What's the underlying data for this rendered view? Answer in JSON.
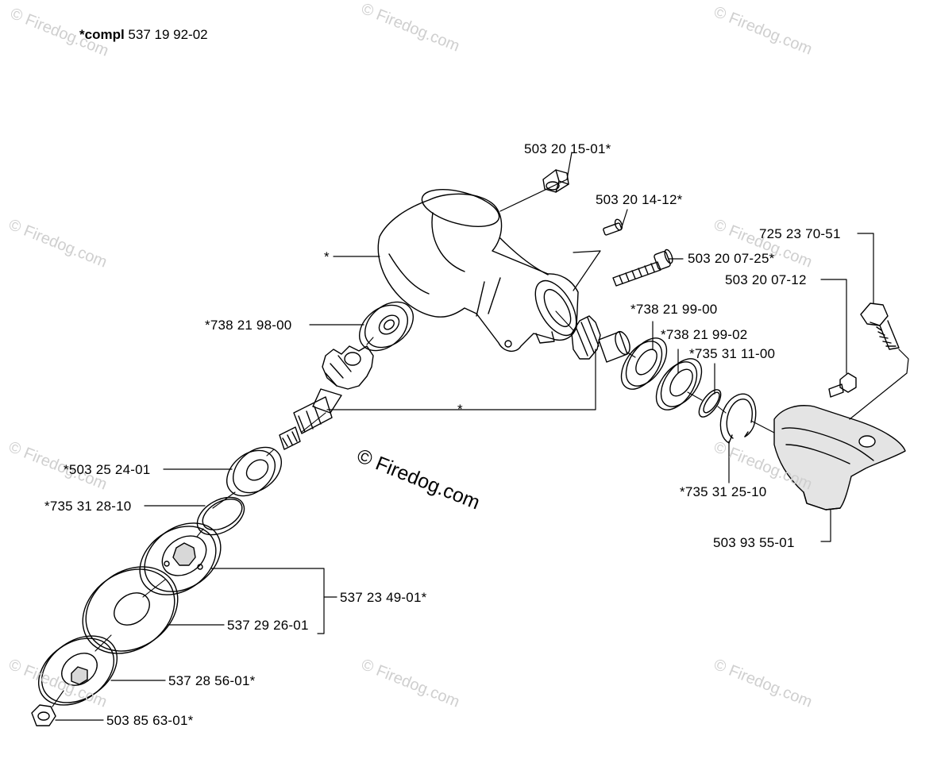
{
  "header": {
    "prefix": "*compl",
    "number": "537 19 92-02"
  },
  "watermark": {
    "text": "© Firedog.com"
  },
  "labels": {
    "plug": "503 20 15-01*",
    "screw_small": "503 20 14-12*",
    "screw_long": "503 20 07-25*",
    "housing": "*",
    "bearing_top": "*738 21 98-00",
    "gear_shaft": "*",
    "bearing_a": "*738 21 99-00",
    "bearing_b": "*738 21 99-02",
    "ring_small": "*735 31 11-00",
    "circlip": "*735 31 25-10",
    "bolt": "725 23 70-51",
    "screw_guard": "503 20 07-12",
    "guard": "503 93 55-01",
    "bearing_low": "*503 25 24-01",
    "ring_low": "*735 31 28-10",
    "kit": "537 23 49-01*",
    "washer": "537 29 26-01",
    "cup": "537 28 56-01*",
    "nut": "503 85 63-01*"
  }
}
